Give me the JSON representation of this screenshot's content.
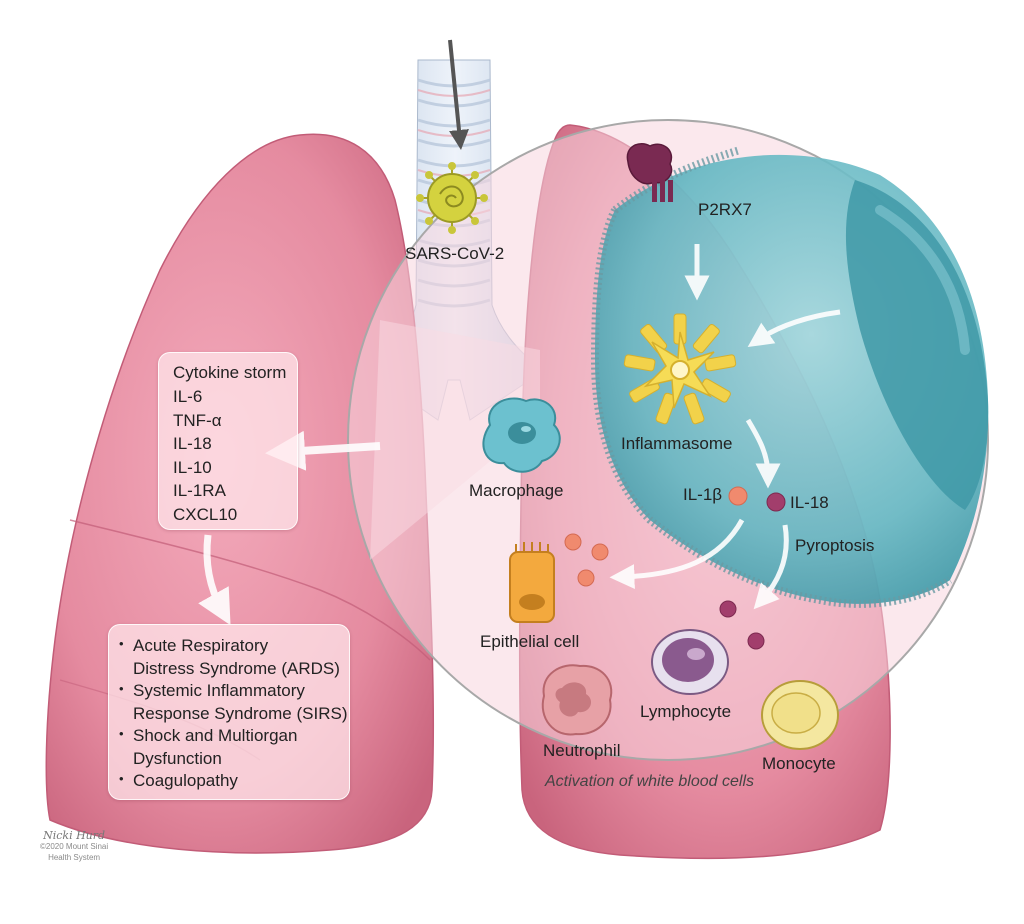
{
  "labels": {
    "virus": "SARS-CoV-2",
    "receptor": "P2RX7",
    "inflammasome": "Inflammasome",
    "macrophage": "Macrophage",
    "il1b": "IL-1β",
    "il18": "IL-18",
    "pyroptosis": "Pyroptosis",
    "epithelial": "Epithelial cell",
    "lymphocyte": "Lymphocyte",
    "neutrophil": "Neutrophil",
    "monocyte": "Monocyte",
    "activation": "Activation of white blood cells"
  },
  "cytokine_box": {
    "title": "Cytokine storm",
    "items": [
      "IL-6",
      "TNF-α",
      "IL-18",
      "IL-10",
      "IL-1RA",
      "CXCL10"
    ]
  },
  "effects_box": {
    "items": [
      [
        "Acute Respiratory",
        "Distress Syndrome (ARDS)"
      ],
      [
        "Systemic Inflammatory",
        "Response Syndrome (SIRS)"
      ],
      [
        "Shock and Multiorgan",
        "Dysfunction"
      ],
      [
        "Coagulopathy"
      ]
    ]
  },
  "signature": {
    "scribble": "Nicki Hurd",
    "copyright": "©2020 Mount Sinai",
    "org": "Health System"
  },
  "colors": {
    "lung": "#e58ba0",
    "lung_dark": "#c9647d",
    "trachea": "#d9e4f2",
    "cell_interior": "#5fb5c0",
    "virus": "#c9c63a",
    "p2rx7": "#7a2a52",
    "inflammasome": "#f2d24a",
    "macrophage": "#6cc1cf",
    "epithelial": "#f3a93e",
    "lymphocyte": "#8a5a8e",
    "neutrophil": "#d98a90",
    "monocyte": "#f1e08a",
    "il1b_dot": "#f08a6e",
    "il18_dot": "#a23e6c"
  }
}
